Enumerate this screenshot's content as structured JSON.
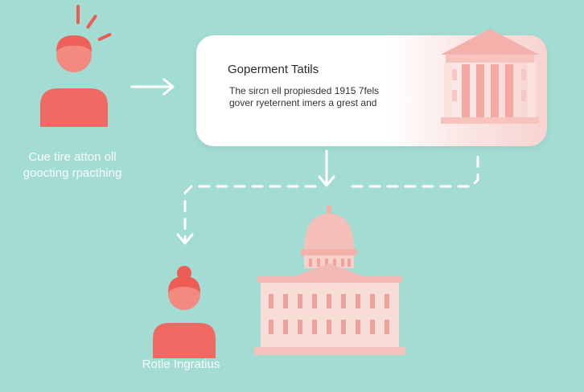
{
  "card": {
    "title": "Goperment Tatils",
    "body_line1": "The sircn ell propiesded 1915 7fels",
    "body_line2": "gover ryeternent imers a grest and"
  },
  "left_person_caption": {
    "line1": "Cue tire atton oll",
    "line2": "goocting rpacthing"
  },
  "bottom_person_caption": "Rotle Ingratius",
  "colors": {
    "background": "#a3dcd2",
    "accent": "#ef6a62",
    "building": "#f6d9d3"
  }
}
